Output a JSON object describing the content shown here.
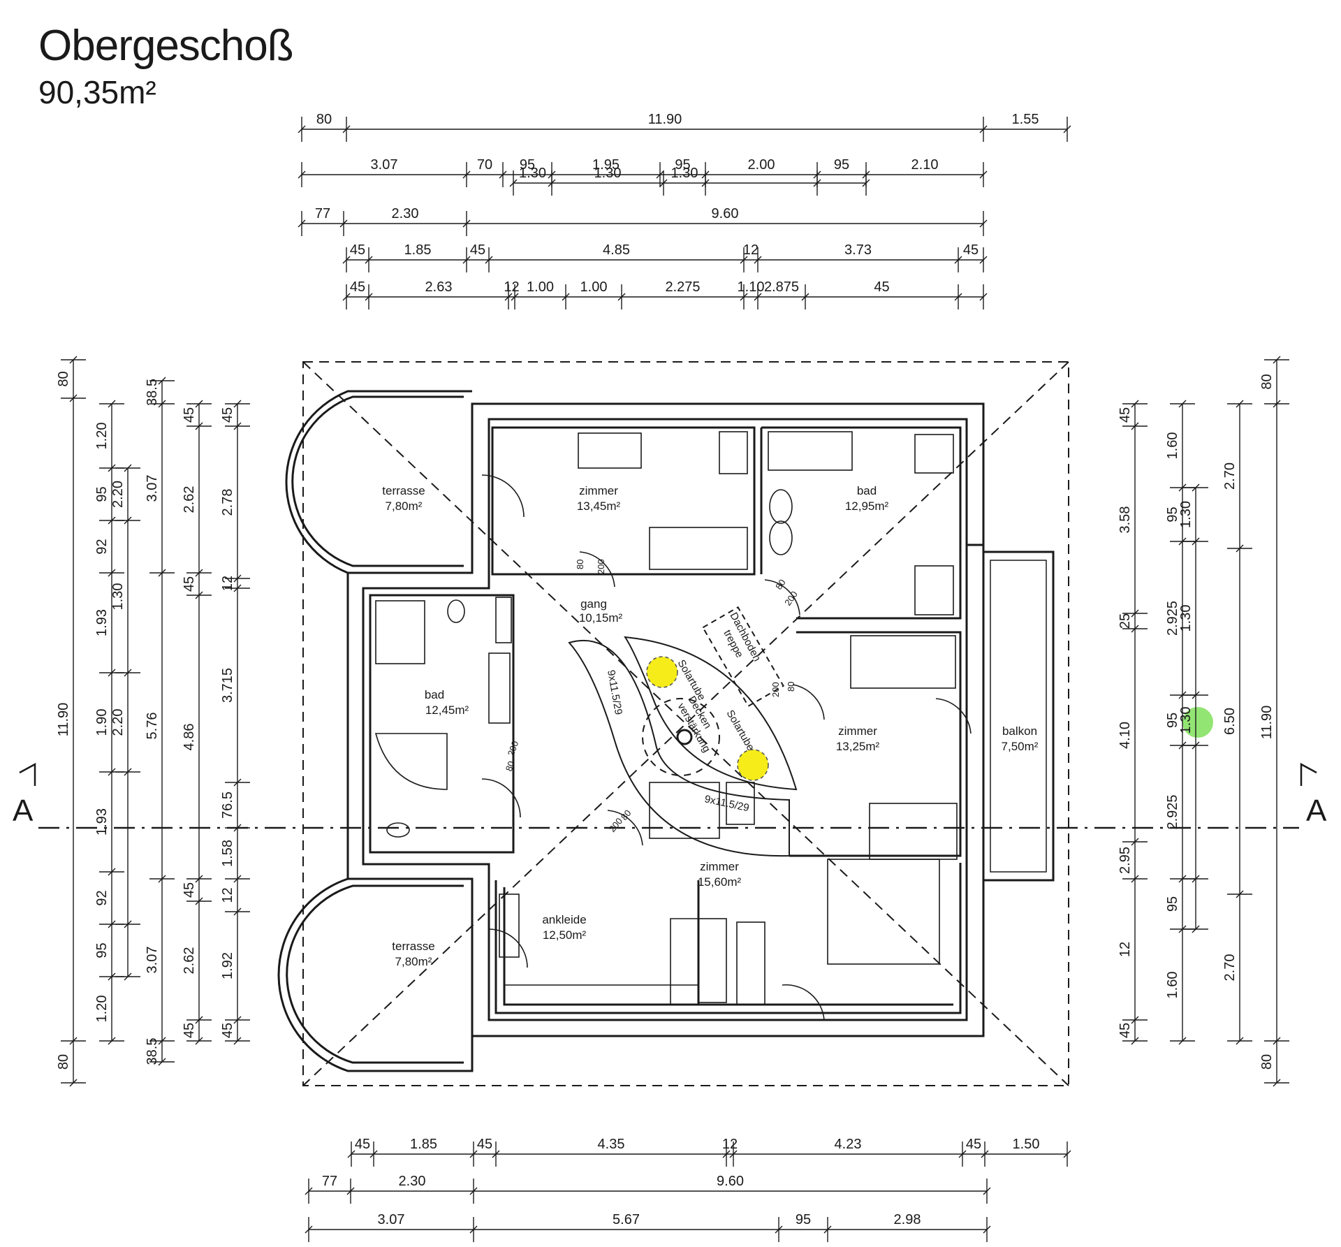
{
  "header": {
    "title": "Obergeschoß",
    "area": "90,35m²"
  },
  "rooms": [
    {
      "id": "terrasse-nw",
      "name": "terrasse",
      "area": "7,80m²"
    },
    {
      "id": "zimmer-n",
      "name": "zimmer",
      "area": "13,45m²"
    },
    {
      "id": "bad-ne",
      "name": "bad",
      "area": "12,95m²"
    },
    {
      "id": "gang",
      "name": "gang",
      "area": "10,15m²"
    },
    {
      "id": "bad-w",
      "name": "bad",
      "area": "12,45m²"
    },
    {
      "id": "zimmer-e",
      "name": "zimmer",
      "area": "13,25m²"
    },
    {
      "id": "balkon",
      "name": "balkon",
      "area": "7,50m²"
    },
    {
      "id": "zimmer-s",
      "name": "zimmer",
      "area": "15,60m²"
    },
    {
      "id": "ankleide",
      "name": "ankleide",
      "area": "12,50m²"
    },
    {
      "id": "terrasse-sw",
      "name": "terrasse",
      "area": "7,80m²"
    }
  ],
  "labels": {
    "dachboden": "Dachboden",
    "treppe": "treppe",
    "solartube": "Solartube",
    "decken": "Decken",
    "verstaerkung": "verstärkung",
    "stair_upper": "9x11.5/29",
    "stair_lower": "9x11.5/29",
    "section": "A"
  },
  "doors": [
    "80",
    "200",
    "80",
    "200",
    "80",
    "200",
    "200",
    "80",
    "80",
    "200"
  ],
  "dims_top": {
    "r1": [
      "80",
      "11.90",
      "1.55"
    ],
    "r2": [
      "3.07",
      "70",
      "95",
      "1.95",
      "95",
      "2.00",
      "95",
      "2.10"
    ],
    "r2b": [
      "1.30",
      "1.30",
      "1.30"
    ],
    "r3": [
      "77",
      "2.30",
      "9.60"
    ],
    "r4": [
      "45",
      "1.85",
      "45",
      "4.85",
      "12",
      "3.73",
      "45"
    ],
    "r5": [
      "45",
      "2.63",
      "12",
      "1.00",
      "1.00",
      "2.275",
      "1.10",
      "2.875",
      "45"
    ]
  },
  "dims_bottom": {
    "r1": [
      "45",
      "1.85",
      "45",
      "4.35",
      "12",
      "4.23",
      "45",
      "1.50"
    ],
    "r2": [
      "77",
      "2.30",
      "9.60"
    ],
    "r3": [
      "3.07",
      "5.67",
      "95",
      "2.98"
    ]
  },
  "dims_left": {
    "c1": [
      "80",
      "11.90",
      "80"
    ],
    "c2": [
      "1.20",
      "95",
      "92",
      "1.93",
      "1.90",
      "1.93",
      "92",
      "95",
      "1.20"
    ],
    "c3": [
      "2.20",
      "1.30",
      "2.20"
    ],
    "c4": [
      "38.5",
      "3.07",
      "5.76",
      "3.07",
      "38.5"
    ],
    "c5": [
      "45",
      "2.62",
      "45",
      "4.86",
      "45",
      "2.62",
      "45"
    ],
    "c6": [
      "45",
      "2.78",
      "12",
      "3.715",
      "76.5",
      "1.58",
      "12",
      "1.92",
      "45"
    ]
  },
  "dims_right": {
    "c1": [
      "45",
      "3.58",
      "25",
      "4.10",
      "2.95",
      "12",
      "45"
    ],
    "c2": [
      "1.60",
      "95",
      "2.925",
      "95",
      "2.925",
      "95",
      "1.60"
    ],
    "c3": [
      "1.30",
      "1.30",
      "1.30"
    ],
    "c4": [
      "2.70",
      "6.50",
      "2.70"
    ],
    "c5": [
      "80",
      "11.90",
      "80"
    ]
  },
  "colors": {
    "solartube": "#f5ec1a",
    "highlight": "#7fe05a",
    "line": "#1a1a1a"
  }
}
